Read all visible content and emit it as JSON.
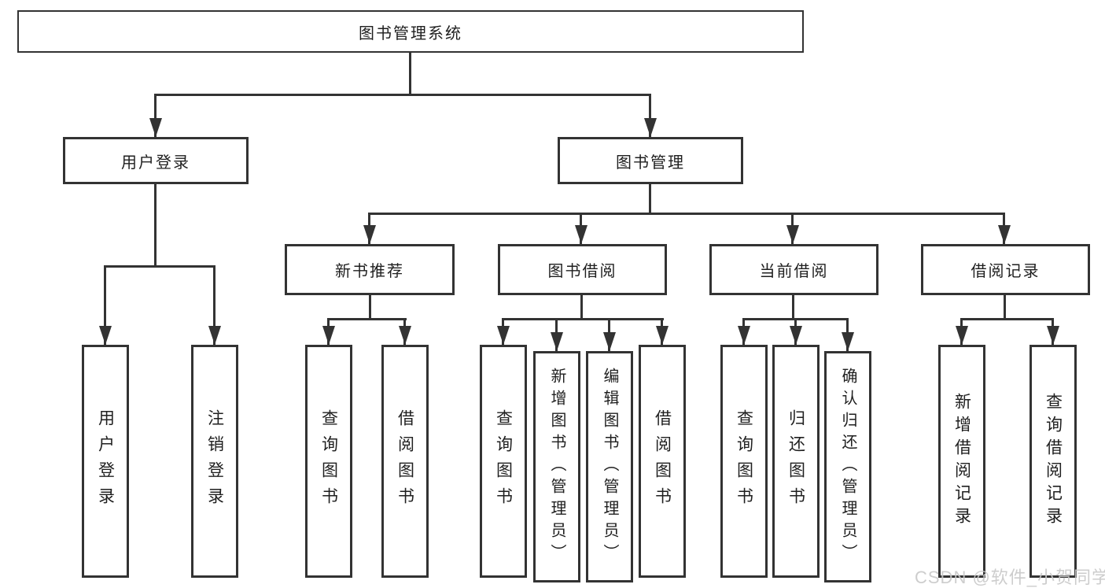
{
  "diagram": {
    "root": "图书管理系统",
    "level2": {
      "user_login": "用户登录",
      "book_management": "图书管理"
    },
    "level3": {
      "new_book_recommend": "新书推荐",
      "book_borrow": "图书借阅",
      "current_borrow": "当前借阅",
      "borrow_record": "借阅记录"
    },
    "leaves": {
      "user_login": "用户登录",
      "logout_login": "注销登录",
      "nbr_query_book": "查询图书",
      "nbr_borrow_book": "借阅图书",
      "bb_query_book": "查询图书",
      "bb_add_book": "新增图书（管理员）",
      "bb_edit_book": "编辑图书（管理员）",
      "bb_borrow_book": "借阅图书",
      "cb_query_book": "查询图书",
      "cb_return_book": "归还图书",
      "cb_confirm_return": "确认归还（管理员）",
      "br_add_record": "新增借阅记录",
      "br_query_record": "查询借阅记录"
    }
  },
  "watermark": "CSDN @软件_小贺同学",
  "colors": {
    "line": "#333333",
    "box_border": "#333333",
    "box_fill": "#ffffff",
    "text": "#1f1f1f",
    "watermark": "#c8c8c8",
    "background": "#ffffff"
  }
}
